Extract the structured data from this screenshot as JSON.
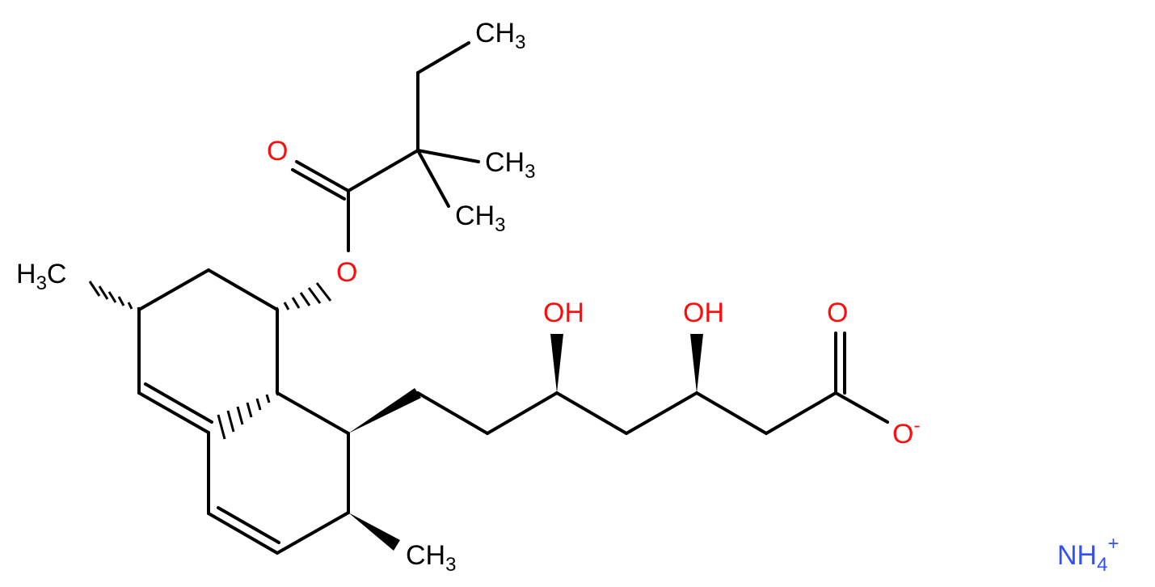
{
  "colors": {
    "carbon": "#000000",
    "oxygen": "#ff0d0d",
    "nitrogen": "#3050f8",
    "background": "#ffffff"
  },
  "labels": {
    "ch3_ethyl": {
      "main": "CH",
      "sub": "3"
    },
    "ch3_gem_a": {
      "main": "CH",
      "sub": "3"
    },
    "ch3_gem_b": {
      "main": "CH",
      "sub": "3"
    },
    "h3c_ring": {
      "pre": "H",
      "sub": "3",
      "post": "C"
    },
    "ch3_bottom": {
      "main": "CH",
      "sub": "3"
    },
    "o_carbonyl_ester": "O",
    "o_ester": "O",
    "oh_1": "OH",
    "oh_2": "OH",
    "o_carboxyl": "O",
    "o_carboxylate": {
      "main": "O",
      "charge": "-"
    },
    "ammonium": {
      "main": "NH",
      "sub": "4",
      "charge": "+"
    }
  }
}
